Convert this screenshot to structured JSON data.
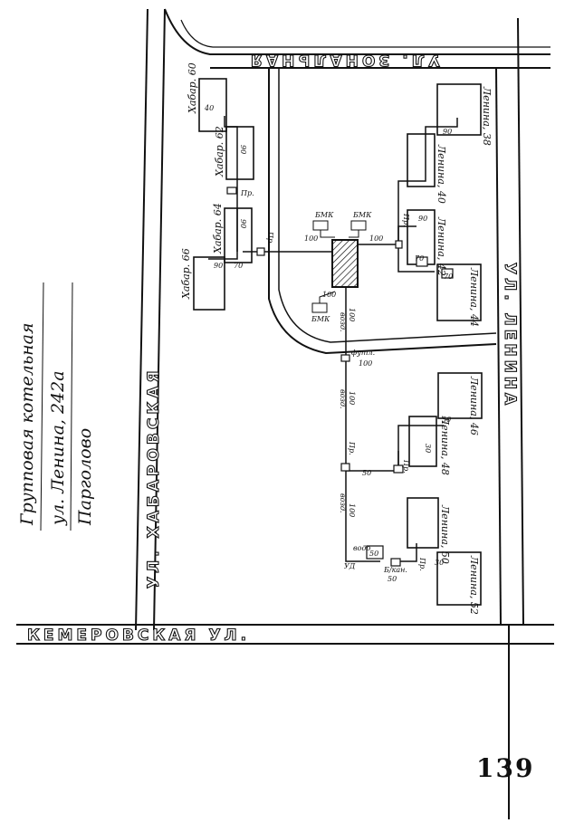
{
  "title": {
    "line1": "Групповая котельная",
    "line2": "ул. Ленина, 242а",
    "line3": "Парголово"
  },
  "streets": {
    "top": "УЛ. ЗОНАЛЬНАЯ",
    "left": "УЛ. ХАБАРОВСКАЯ",
    "bottom": "КЕМЕРОВСКАЯ УЛ.",
    "right": "УЛ. ЛЕНИНА"
  },
  "buildings": {
    "khabar60": "Хабар. 60",
    "khabar62": "Хабар. 62",
    "khabar64": "Хабар. 64",
    "khabar66": "Хабар. 66",
    "lenina38": "Ленина, 38",
    "lenina40": "Ленина, 40",
    "lenina42": "Ленина, 42",
    "lenina44": "Ленина, 44",
    "lenina46": "Ленина, 46",
    "lenina48": "Ленина, 48",
    "lenina50": "Ленина, 50",
    "lenina52": "Ленина, 52"
  },
  "labels": {
    "bmk": "БМК",
    "pr": "Пр.",
    "vozd": "возд.",
    "futl": "футл.",
    "ud": "УД",
    "vodo": "водо",
    "bkan": "Б/кан.",
    "d100": "100",
    "d90": "90",
    "d70": "70",
    "d50": "50",
    "d40": "40",
    "d30": "30"
  },
  "page_number": "139"
}
